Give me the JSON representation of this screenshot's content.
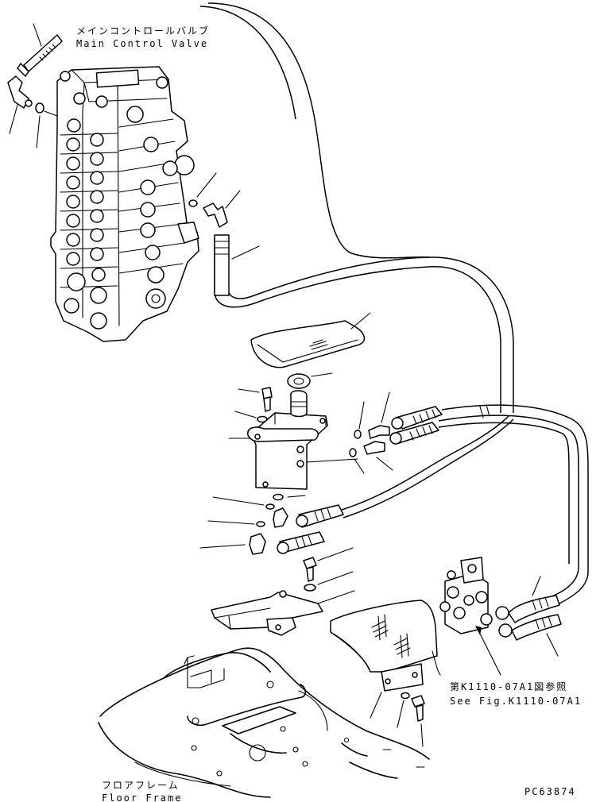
{
  "labels": {
    "main_control_valve_jp": "メインコントロールバルブ",
    "main_control_valve_en": "Main Control Valve",
    "see_fig_jp": "第K1110-07A1図参照",
    "see_fig_en": "See Fig.K1110-07A1",
    "floor_frame_jp": "フロアフレーム",
    "floor_frame_en": "Floor Frame",
    "drawing_number": "PC63874"
  }
}
